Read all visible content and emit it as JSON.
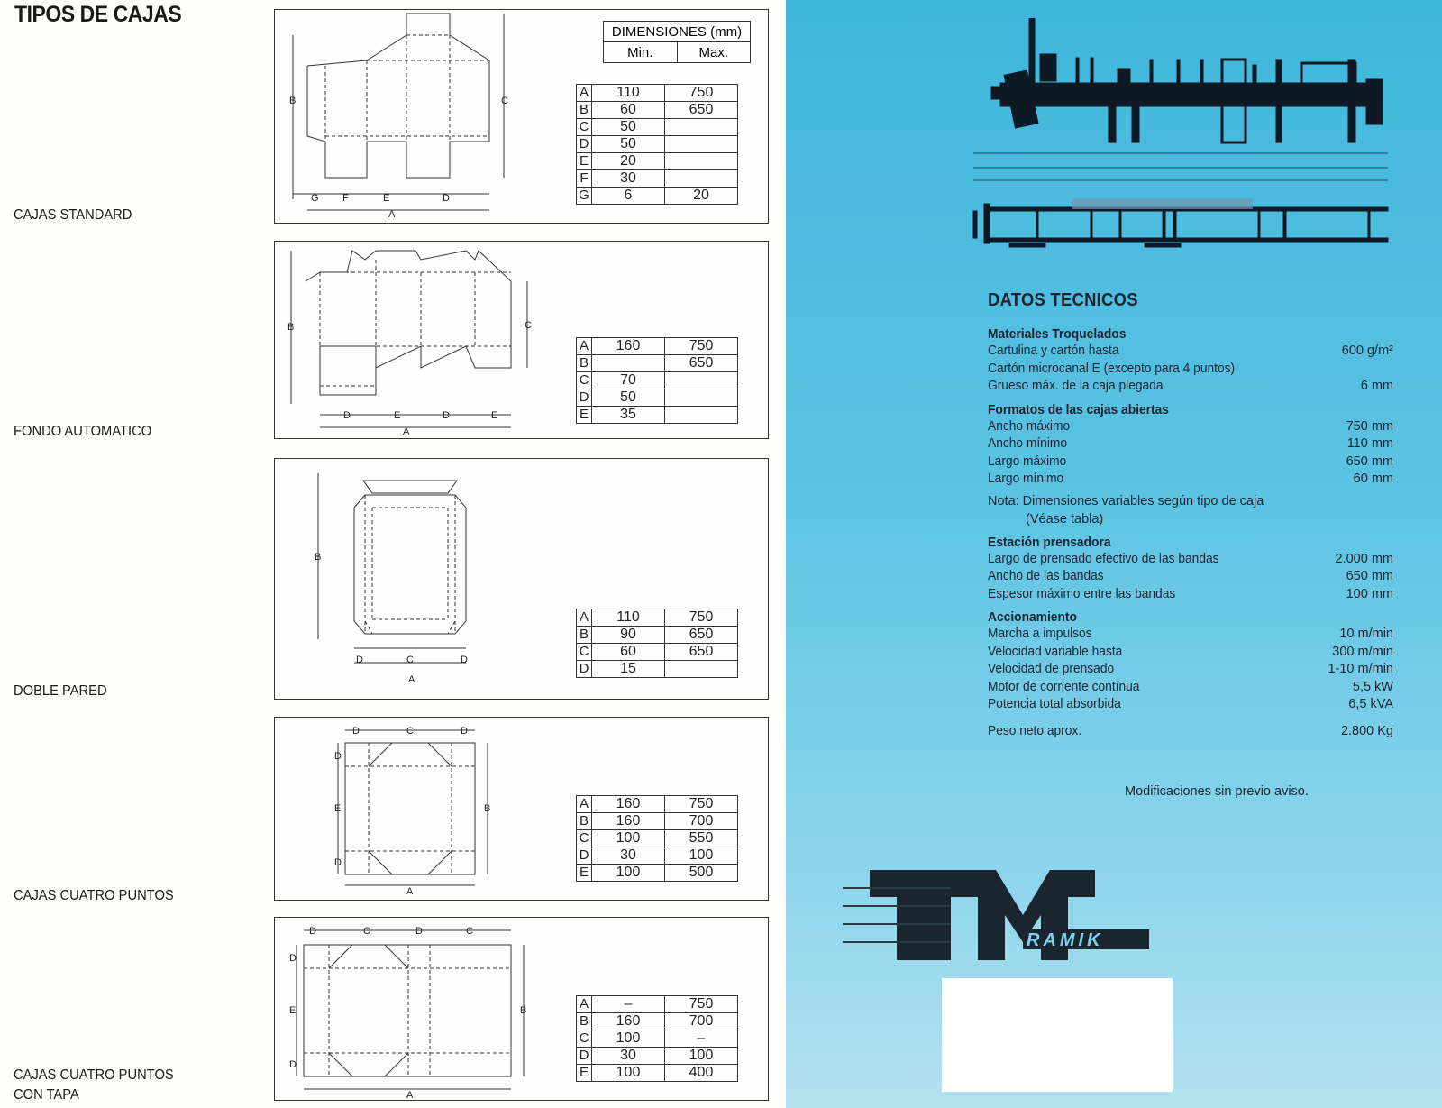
{
  "left": {
    "title": "TIPOS DE CAJAS",
    "table_header": {
      "title": "DIMENSIONES (mm)",
      "min": "Min.",
      "max": "Max."
    },
    "boxes": [
      {
        "caption": "CAJAS STANDARD",
        "rows": [
          [
            "A",
            "110",
            "750"
          ],
          [
            "B",
            "60",
            "650"
          ],
          [
            "C",
            "50",
            ""
          ],
          [
            "D",
            "50",
            ""
          ],
          [
            "E",
            "20",
            ""
          ],
          [
            "F",
            "30",
            ""
          ],
          [
            "G",
            "6",
            "20"
          ]
        ],
        "labels": {
          "b": "B",
          "c": "C",
          "g": "G",
          "f": "F",
          "e": "E",
          "d": "D",
          "a": "A"
        }
      },
      {
        "caption": "FONDO AUTOMATICO",
        "rows": [
          [
            "A",
            "160",
            "750"
          ],
          [
            "B",
            "",
            "650"
          ],
          [
            "C",
            "70",
            ""
          ],
          [
            "D",
            "50",
            ""
          ],
          [
            "E",
            "35",
            ""
          ]
        ],
        "labels": {
          "b": "B",
          "c": "C",
          "d1": "D",
          "e1": "E",
          "d2": "D",
          "e2": "E",
          "a": "A"
        }
      },
      {
        "caption": "DOBLE PARED",
        "rows": [
          [
            "A",
            "110",
            "750"
          ],
          [
            "B",
            "90",
            "650"
          ],
          [
            "C",
            "60",
            "650"
          ],
          [
            "D",
            "15",
            ""
          ]
        ],
        "labels": {
          "b": "B",
          "d1": "D",
          "c": "C",
          "d2": "D",
          "a": "A"
        }
      },
      {
        "caption": "CAJAS CUATRO PUNTOS",
        "rows": [
          [
            "A",
            "160",
            "750"
          ],
          [
            "B",
            "160",
            "700"
          ],
          [
            "C",
            "100",
            "550"
          ],
          [
            "D",
            "30",
            "100"
          ],
          [
            "E",
            "100",
            "500"
          ]
        ],
        "labels": {
          "d1": "D",
          "c": "C",
          "d2": "D",
          "dl1": "D",
          "e": "E",
          "dl2": "D",
          "b": "B",
          "a": "A"
        }
      },
      {
        "caption": "CAJAS CUATRO PUNTOS CON TAPA",
        "caption_line1": "CAJAS CUATRO PUNTOS",
        "caption_line2": "CON TAPA",
        "rows": [
          [
            "A",
            "–",
            "750"
          ],
          [
            "B",
            "160",
            "700"
          ],
          [
            "C",
            "100",
            "–"
          ],
          [
            "D",
            "30",
            "100"
          ],
          [
            "E",
            "100",
            "400"
          ]
        ],
        "labels": {
          "d1": "D",
          "c1": "C",
          "d2": "D",
          "c2": "C",
          "dl1": "D",
          "e": "E",
          "dl2": "D",
          "b": "B",
          "a": "A"
        }
      }
    ]
  },
  "right": {
    "title": "DATOS TECNICOS",
    "sections": [
      {
        "title": "Materiales Troquelados",
        "rows": [
          [
            "Cartulina y cartón hasta",
            "600 g/m²"
          ],
          [
            "Cartón microcanal E (excepto para 4 puntos)",
            ""
          ],
          [
            "Grueso máx. de la caja plegada",
            "6 mm"
          ]
        ]
      },
      {
        "title": "Formatos de las cajas abiertas",
        "rows": [
          [
            "Ancho máximo",
            "750 mm"
          ],
          [
            "Ancho mínimo",
            "110 mm"
          ],
          [
            "Largo máximo",
            "650 mm"
          ],
          [
            "Largo mínimo",
            "60 mm"
          ]
        ],
        "note1": "Nota: Dimensiones variables según tipo de caja",
        "note2": "(Véase tabla)"
      },
      {
        "title": "Estación prensadora",
        "rows": [
          [
            "Largo de prensado efectivo de las bandas",
            "2.000 mm"
          ],
          [
            "Ancho de las bandas",
            "650 mm"
          ],
          [
            "Espesor máximo entre las bandas",
            "100 mm"
          ]
        ]
      },
      {
        "title": "Accionamiento",
        "rows": [
          [
            "Marcha a impulsos",
            "10 m/min"
          ],
          [
            "Velocidad variable hasta",
            "300 m/min"
          ],
          [
            "Velocidad de prensado",
            "1-10 m/min"
          ],
          [
            "Motor de corriente contínua",
            "5,5 kW"
          ],
          [
            "Potencia total absorbida",
            "6,5 kVA"
          ]
        ]
      },
      {
        "title": "",
        "rows": [
          [
            "Peso neto aprox.",
            "2.800 Kg"
          ]
        ]
      }
    ],
    "footer": "Modificaciones sin previo aviso.",
    "logo_text": "RAMIK",
    "logo_initial": "M"
  },
  "colors": {
    "background_left": "#fdfdfb",
    "background_right": "#5cc3e3",
    "ink": "#1b2430"
  }
}
